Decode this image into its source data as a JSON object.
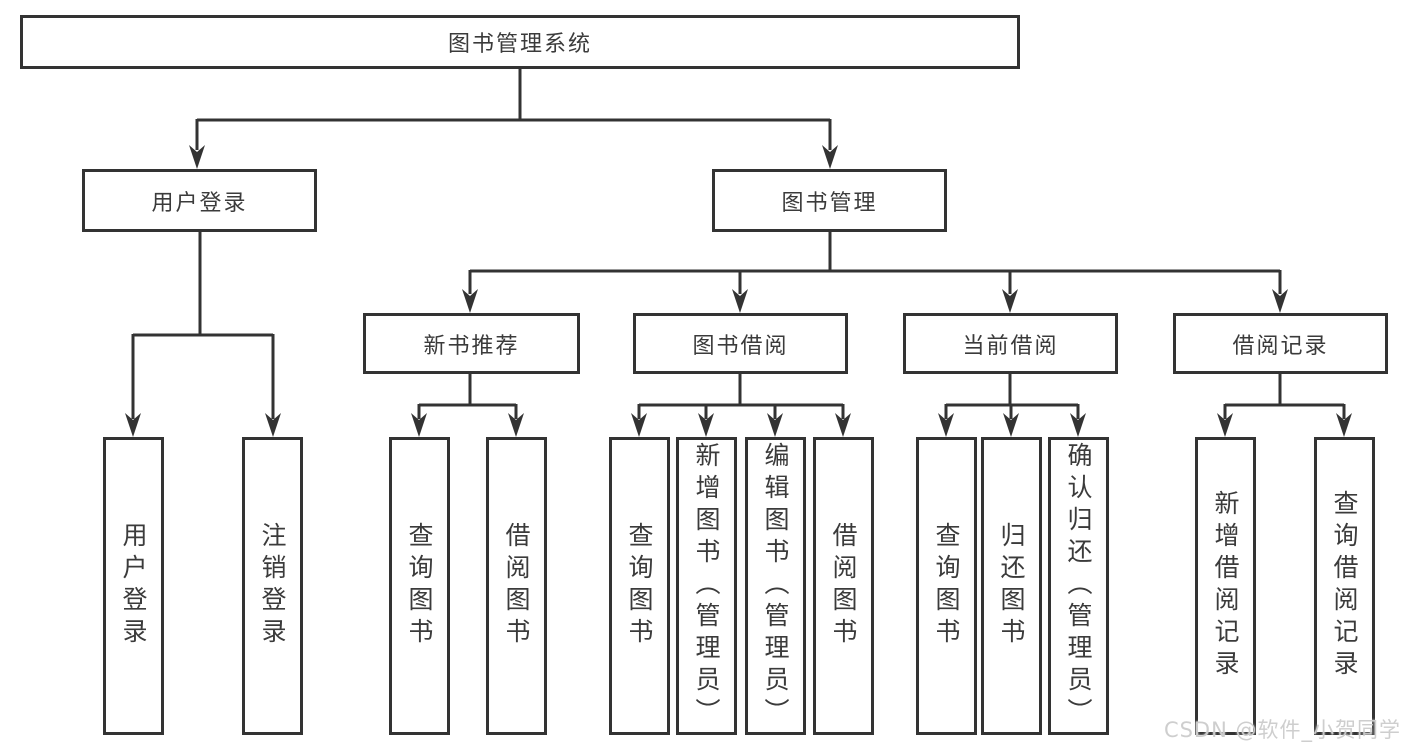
{
  "colors": {
    "line": "#333333",
    "text": "#3b3b3b",
    "background": "#ffffff",
    "watermark": "#cbcbcb"
  },
  "watermark": "CSDN @软件_小贺同学",
  "nodes": {
    "root": {
      "label": "图书管理系统"
    },
    "level2": [
      {
        "label": "用户登录"
      },
      {
        "label": "图书管理"
      }
    ],
    "level3": [
      {
        "label": "新书推荐"
      },
      {
        "label": "图书借阅"
      },
      {
        "label": "当前借阅"
      },
      {
        "label": "借阅记录"
      }
    ],
    "leaves": {
      "user_login": [
        {
          "label": "用户登录"
        },
        {
          "label": "注销登录"
        }
      ],
      "new_book_recommend": [
        {
          "label": "查询图书"
        },
        {
          "label": "借阅图书"
        }
      ],
      "book_borrowing": [
        {
          "label": "查询图书"
        },
        {
          "label": "新增图书（管理员）"
        },
        {
          "label": "编辑图书（管理员）"
        },
        {
          "label": "借阅图书"
        }
      ],
      "current_borrowing": [
        {
          "label": "查询图书"
        },
        {
          "label": "归还图书"
        },
        {
          "label": "确认归还（管理员）"
        }
      ],
      "borrowing_records": [
        {
          "label": "新增借阅记录"
        },
        {
          "label": "查询借阅记录"
        }
      ]
    }
  }
}
